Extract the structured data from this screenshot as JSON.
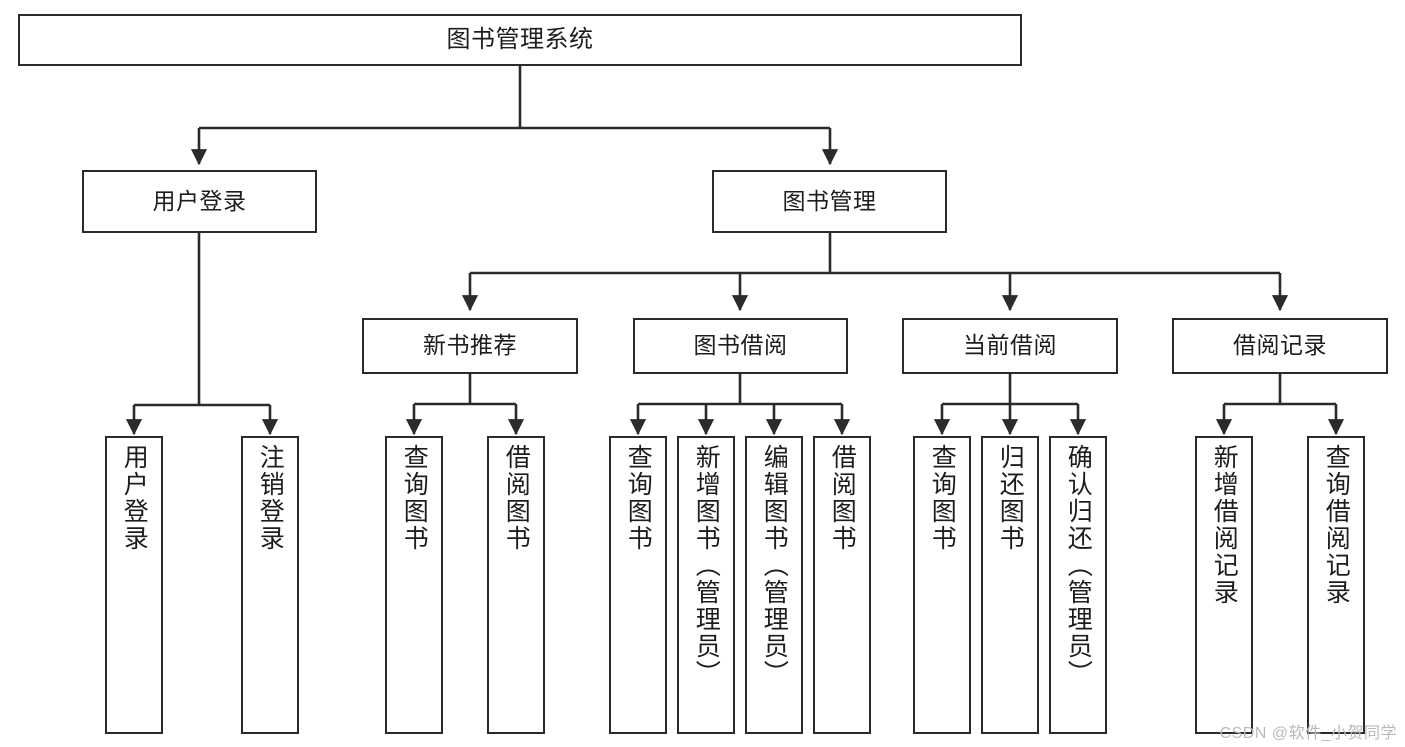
{
  "diagram": {
    "title": "图书管理系统",
    "type": "hierarchy-tree",
    "root": {
      "id": "root",
      "label": "图书管理系统"
    },
    "level2": [
      {
        "id": "user-login",
        "label": "用户登录"
      },
      {
        "id": "book-manage",
        "label": "图书管理"
      }
    ],
    "level3": [
      {
        "id": "new-book-rec",
        "label": "新书推荐",
        "parent": "book-manage"
      },
      {
        "id": "book-borrow",
        "label": "图书借阅",
        "parent": "book-manage"
      },
      {
        "id": "current-borrow",
        "label": "当前借阅",
        "parent": "book-manage"
      },
      {
        "id": "borrow-record",
        "label": "借阅记录",
        "parent": "book-manage"
      }
    ],
    "leaves": [
      {
        "id": "leaf-user-login",
        "label": "用户登录",
        "parent": "user-login"
      },
      {
        "id": "leaf-logout-login",
        "label": "注销登录",
        "parent": "user-login"
      },
      {
        "id": "leaf-query-book-1",
        "label": "查询图书",
        "parent": "new-book-rec"
      },
      {
        "id": "leaf-borrow-book-1",
        "label": "借阅图书",
        "parent": "new-book-rec"
      },
      {
        "id": "leaf-query-book-2",
        "label": "查询图书",
        "parent": "book-borrow"
      },
      {
        "id": "leaf-add-book",
        "label": "新增图书（管理员）",
        "parent": "book-borrow"
      },
      {
        "id": "leaf-edit-book",
        "label": "编辑图书（管理员）",
        "parent": "book-borrow"
      },
      {
        "id": "leaf-borrow-book-2",
        "label": "借阅图书",
        "parent": "book-borrow"
      },
      {
        "id": "leaf-query-book-3",
        "label": "查询图书",
        "parent": "current-borrow"
      },
      {
        "id": "leaf-return-book",
        "label": "归还图书",
        "parent": "current-borrow"
      },
      {
        "id": "leaf-confirm-return",
        "label": "确认归还（管理员）",
        "parent": "current-borrow"
      },
      {
        "id": "leaf-add-record",
        "label": "新增借阅记录",
        "parent": "borrow-record"
      },
      {
        "id": "leaf-query-record",
        "label": "查询借阅记录",
        "parent": "borrow-record"
      }
    ],
    "watermark": "CSDN @软件_小贺同学",
    "colors": {
      "stroke": "#2b2b2b",
      "fill": "#ffffff",
      "text": "#1d1d1d",
      "watermark": "#b9b9b9"
    }
  }
}
